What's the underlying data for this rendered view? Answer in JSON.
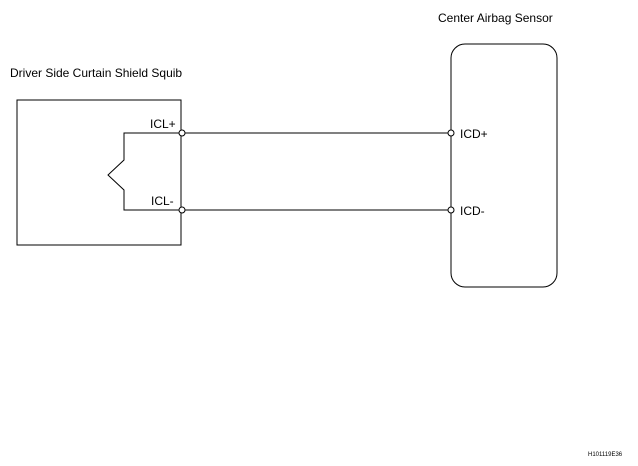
{
  "components": {
    "squib": {
      "title": "Driver Side Curtain Shield Squib",
      "terminal_positive": "ICL+",
      "terminal_negative": "ICL-"
    },
    "sensor": {
      "title": "Center Airbag Sensor",
      "terminal_positive": "ICD+",
      "terminal_negative": "ICD-"
    }
  },
  "connections": [
    {
      "from": "ICL+",
      "to": "ICD+"
    },
    {
      "from": "ICL-",
      "to": "ICD-"
    }
  ],
  "figure_code": "H101119E36"
}
